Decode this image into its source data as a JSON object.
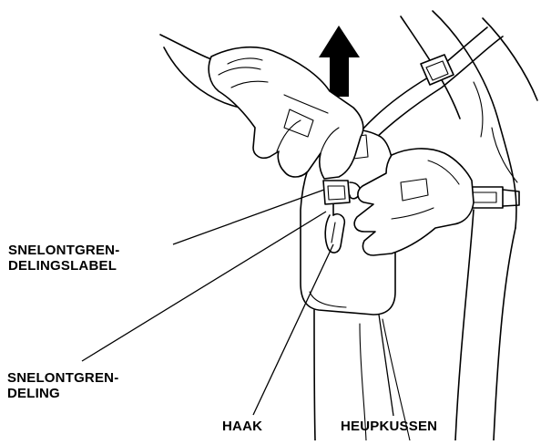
{
  "labels": {
    "quick_release_label": [
      "SNELONTGREN-",
      "DELINGSLABEL"
    ],
    "quick_release": [
      "SNELONTGREN-",
      "DELING"
    ],
    "hook": "HAAK",
    "hip_pad": "HEUPKUSSEN"
  }
}
